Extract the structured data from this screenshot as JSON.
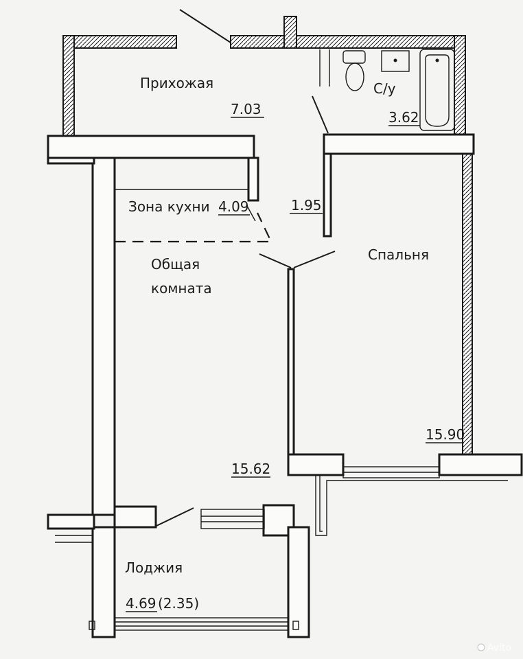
{
  "rooms": {
    "hallway": {
      "label": "Прихожая",
      "area": "7.03"
    },
    "bathroom": {
      "label": "С/у",
      "area": "3.62"
    },
    "kitchen_zone": {
      "label": "Зона кухни",
      "area": "4.09"
    },
    "corridor": {
      "area": "1.95"
    },
    "common_room": {
      "label_line1": "Общая",
      "label_line2": "комната",
      "area": "15.62"
    },
    "bedroom": {
      "label": "Спальня",
      "area": "15.90"
    },
    "loggia": {
      "label": "Лоджия",
      "area": "4.69",
      "area_reduced": "(2.35)"
    }
  },
  "watermark": {
    "text": "Avito"
  }
}
